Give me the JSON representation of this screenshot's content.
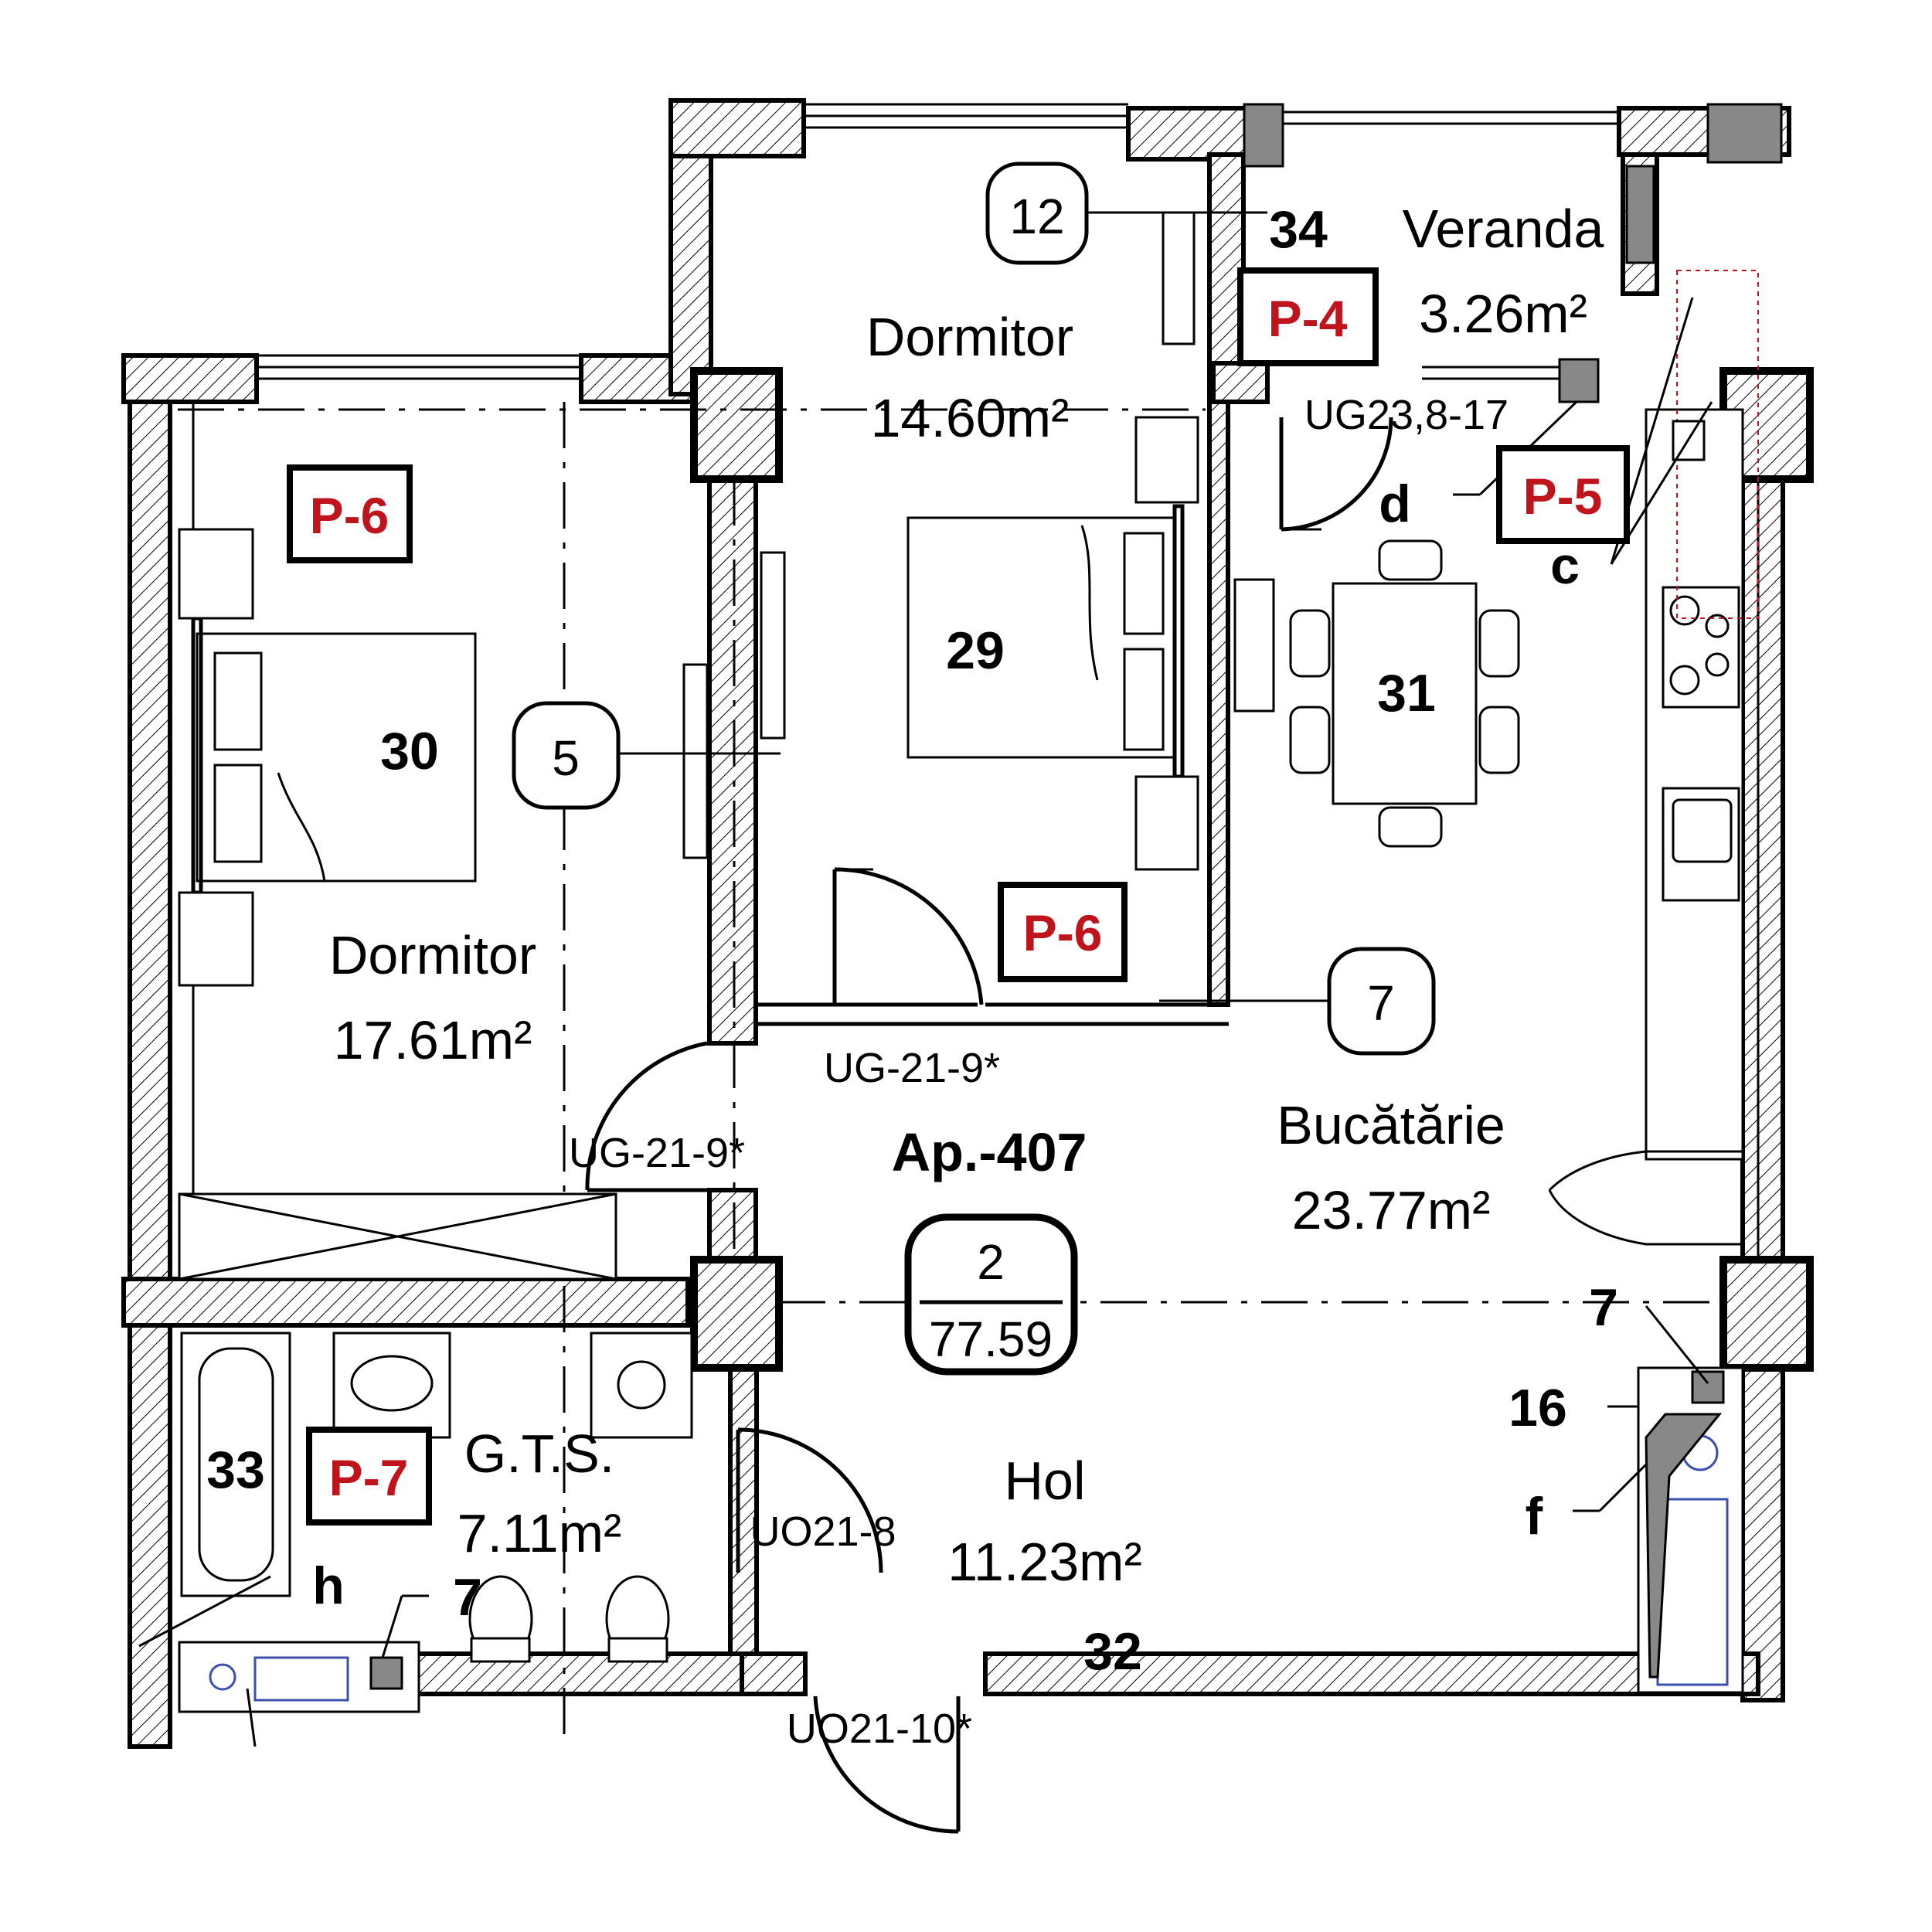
{
  "apartment": {
    "number": "Ap.-407",
    "rooms": "2",
    "area": "77.59"
  },
  "rooms": {
    "dormitor1": {
      "name": "Dormitor",
      "area": "17.61m²"
    },
    "dormitor2": {
      "name": "Dormitor",
      "area": "14.60m²"
    },
    "veranda": {
      "name": "Veranda",
      "area": "3.26m²"
    },
    "bucatarie": {
      "name": "Bucătărie",
      "area": "23.77m²"
    },
    "hol": {
      "name": "Hol",
      "area": "11.23m²"
    },
    "gts": {
      "name": "G.T.S.",
      "area": "7.11m²"
    }
  },
  "tags": {
    "p4": "P-4",
    "p5": "P-5",
    "p6a": "P-6",
    "p6b": "P-6",
    "p7": "P-7"
  },
  "bubbles": {
    "b12": "12",
    "b5": "5",
    "b7": "7"
  },
  "numbers": {
    "n29": "29",
    "n30": "30",
    "n31": "31",
    "n32": "32",
    "n33": "33",
    "n34": "34",
    "n7a": "7",
    "n7b": "7",
    "n16": "16"
  },
  "letters": {
    "c": "c",
    "d": "d",
    "f": "f",
    "h": "h"
  },
  "door_codes": {
    "ug21_9a": "UG-21-9*",
    "ug21_9b": "UG-21-9*",
    "ug23": "UG23,8-17",
    "uo21_8": "UO21-8",
    "uo21_10": "UO21-10*"
  }
}
